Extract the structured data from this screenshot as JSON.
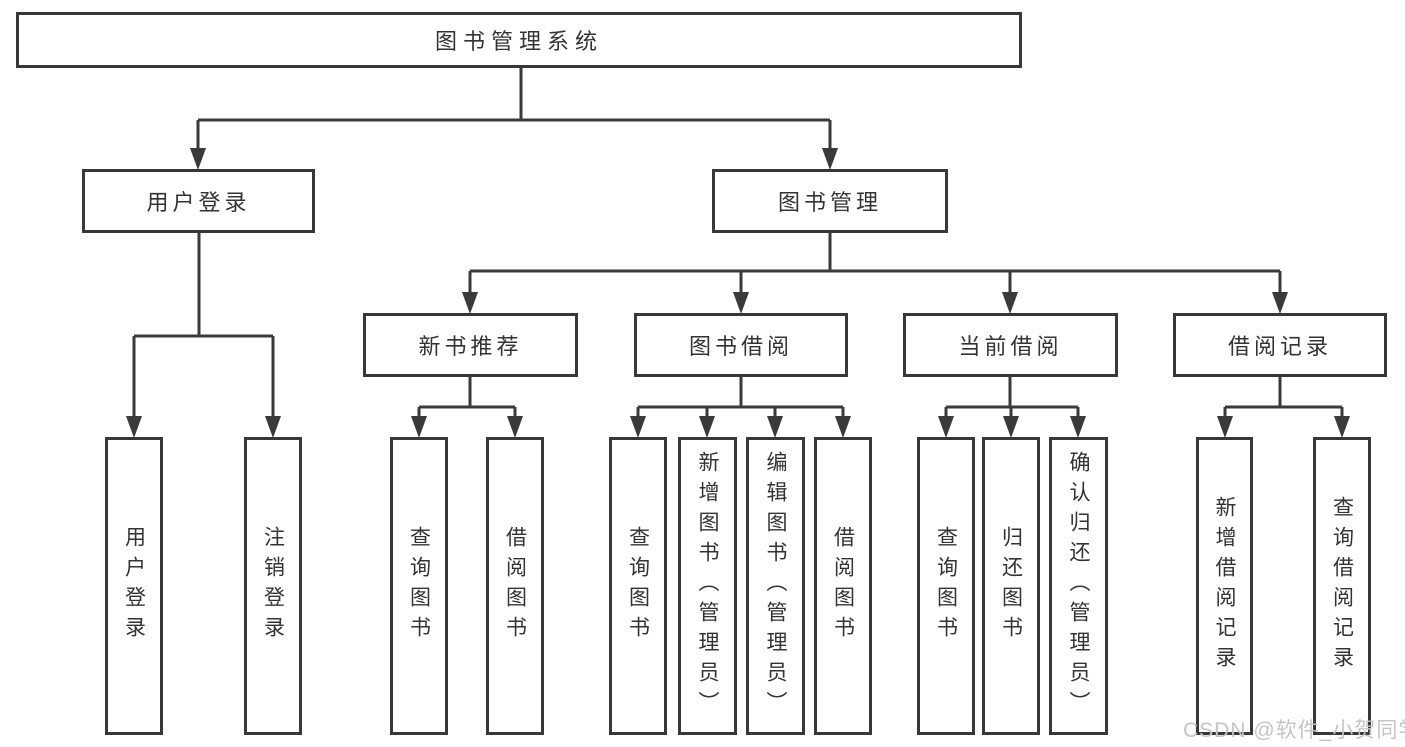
{
  "colors": {
    "line": "#3a3a3a",
    "border": "#383838",
    "text": "#333333",
    "watermark_text_color": "#c5c5c5",
    "background": "#ffffff"
  },
  "tree": {
    "root": {
      "label": "图书管理系统"
    },
    "branches": [
      {
        "label": "用户登录",
        "children": [
          {
            "label": "用户登录"
          },
          {
            "label": "注销登录"
          }
        ]
      },
      {
        "label": "图书管理",
        "children": [
          {
            "label": "新书推荐",
            "children": [
              {
                "label": "查询图书"
              },
              {
                "label": "借阅图书"
              }
            ]
          },
          {
            "label": "图书借阅",
            "children": [
              {
                "label": "查询图书"
              },
              {
                "label": "新增图书（管理员）"
              },
              {
                "label": "编辑图书（管理员）"
              },
              {
                "label": "借阅图书"
              }
            ]
          },
          {
            "label": "当前借阅",
            "children": [
              {
                "label": "查询图书"
              },
              {
                "label": "归还图书"
              },
              {
                "label": "确认归还（管理员）"
              }
            ]
          },
          {
            "label": "借阅记录",
            "children": [
              {
                "label": "新增借阅记录"
              },
              {
                "label": "查询借阅记录"
              }
            ]
          }
        ]
      }
    ]
  },
  "watermark": {
    "text": "CSDN @软件_小贺同学"
  }
}
